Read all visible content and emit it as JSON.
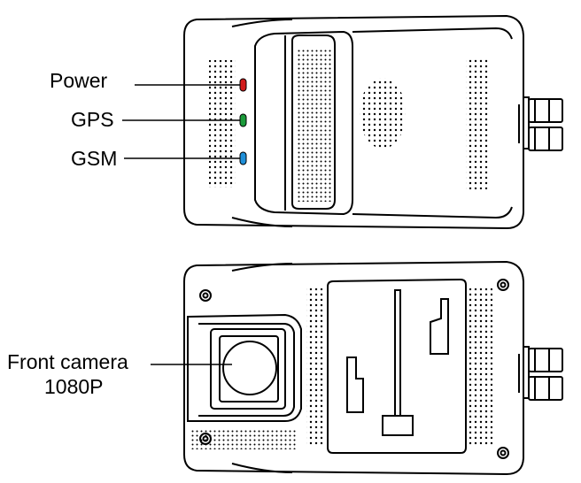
{
  "labels": {
    "power": "Power",
    "gps": "GPS",
    "gsm": "GSM",
    "front_camera_line1": "Front camera",
    "front_camera_line2": "1080P"
  },
  "colors": {
    "power_led": "#d11a1a",
    "gps_led": "#1a9a3a",
    "gsm_led": "#1f8fd8",
    "outline": "#000000"
  }
}
